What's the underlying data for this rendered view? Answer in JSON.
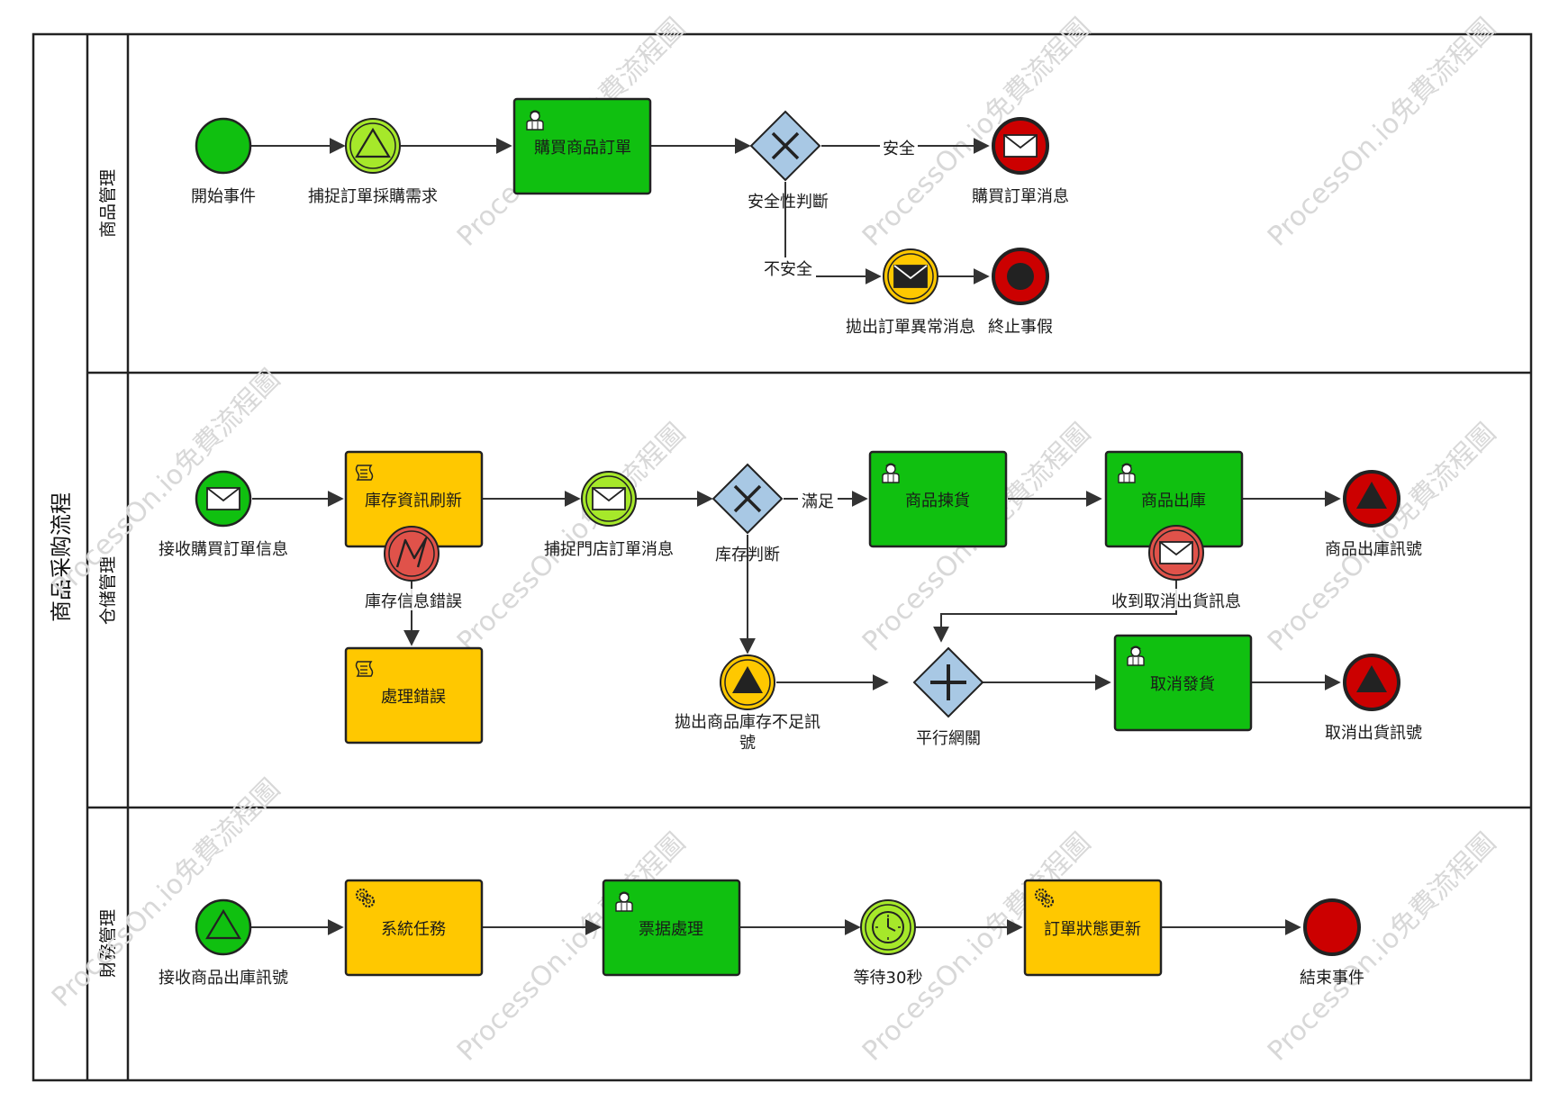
{
  "pool": {
    "title": "商品采购流程"
  },
  "watermark": "ProcessOn.io免費流程圖",
  "colors": {
    "green": "#10c010",
    "light_green": "#a6e82a",
    "yellow": "#ffc800",
    "red": "#cc0000",
    "soft_red": "#e0524a",
    "gateway": "#a8c8e4",
    "line": "#333333"
  },
  "lanes": {
    "product": {
      "title": "商品管理",
      "start_event": "開始事件",
      "catch_demand": "捕捉訂單採購需求",
      "buy_order_task": "購買商品訂單",
      "security_gateway": "安全性判斷",
      "safe_flow": "安全",
      "unsafe_flow": "不安全",
      "buy_msg_end": "購買訂單消息",
      "throw_error_msg": "拋出訂單異常消息",
      "terminate_end": "終止事假"
    },
    "warehouse": {
      "title": "仓储管理",
      "receive_msg": "接收購買訂單信息",
      "inventory_refresh": "庫存資訊刷新",
      "inventory_error": "庫存信息錯誤",
      "handle_error": "處理錯誤",
      "catch_store_msg": "捕捉門店訂單消息",
      "inventory_gateway": "库存判断",
      "satisfied_flow": "滿足",
      "pick_goods": "商品揀貨",
      "goods_out": "商品出庫",
      "out_signal_end": "商品出庫訊號",
      "receive_cancel_msg": "收到取消出貨訊息",
      "throw_shortage_line1": "拋出商品庫存不足訊",
      "throw_shortage_line2": "號",
      "parallel_gateway": "平行網關",
      "cancel_shipment": "取消發貨",
      "cancel_signal_end": "取消出貨訊號"
    },
    "finance": {
      "title": "財務管理",
      "receive_signal": "接收商品出庫訊號",
      "system_task": "系統任務",
      "invoice_task": "票据處理",
      "wait_timer": "等待30秒",
      "update_status": "訂單狀態更新",
      "end_event": "結束事件"
    }
  },
  "icons": {
    "user_task": "user-task-icon",
    "script_task": "script-task-icon",
    "service_task": "service-task-icon",
    "message": "envelope-icon",
    "signal": "triangle-signal-icon",
    "error": "lightning-error-icon",
    "timer": "clock-icon",
    "exclusive": "x-gateway-icon",
    "parallel": "plus-gateway-icon"
  }
}
